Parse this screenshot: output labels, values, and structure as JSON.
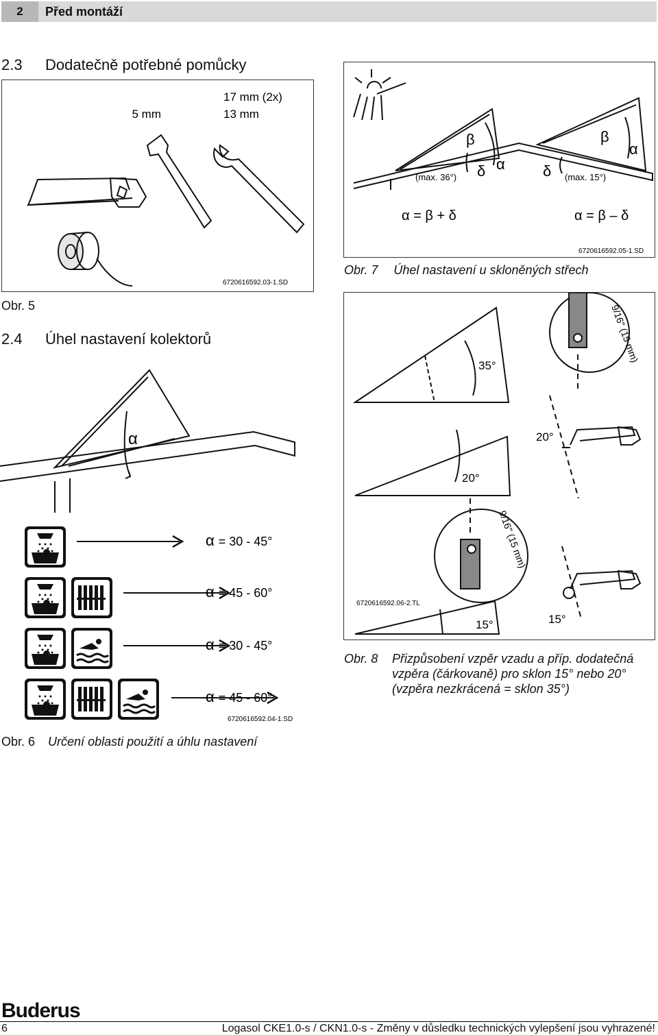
{
  "header": {
    "chapter_num": "2",
    "chapter_title": "Před montáží"
  },
  "section_2_3": {
    "num": "2.3",
    "title": "Dodatečně potřebné pomůcky"
  },
  "fig5": {
    "label_5mm": "5 mm",
    "label_17mm": "17 mm (2x)",
    "label_13mm": "13 mm",
    "code": "6720616592.03-1.SD",
    "caption_num": "Obr. 5"
  },
  "section_2_4": {
    "num": "2.4",
    "title": "Úhel nastavení kolektorů"
  },
  "fig6": {
    "alpha": "α",
    "rows": [
      {
        "eq": "= 30 - 45°"
      },
      {
        "eq": "= 45 - 60°"
      },
      {
        "eq": "= 30 - 45°"
      },
      {
        "eq": "= 45 - 60°"
      }
    ],
    "code": "6720616592.04-1.SD",
    "caption_num": "Obr. 6",
    "caption_text": "Určení oblasti použití a úhlu nastavení"
  },
  "fig7": {
    "beta": "β",
    "delta": "δ",
    "alpha": "α",
    "max36": "(max. 36°)",
    "max15": "(max. 15°)",
    "formula_left": "α = β + δ",
    "formula_right": "α = β – δ",
    "code": "6720616592.05-1.SD",
    "caption_num": "Obr. 7",
    "caption_text": "Úhel nastavení u skloněných střech"
  },
  "fig8": {
    "angle35": "35°",
    "angle20a": "20°",
    "angle20b": "20°",
    "angle15a": "15°",
    "angle15b": "15°",
    "dim_label": "9/16\" (15 mm)",
    "code": "6720616592.06-2.TL",
    "caption_num": "Obr. 8",
    "caption_line1": "Přizpůsobení vzpěr vzadu a příp. dodatečná",
    "caption_line2": "vzpěra (čárkovaně) pro sklon 15° nebo 20°",
    "caption_line3": "(vzpěra nezkrácená = sklon 35°)"
  },
  "footer": {
    "brand": "Buderus",
    "page": "6",
    "text": "Logasol CKE1.0-s / CKN1.0-s - Změny v důsledku technických vylepšení jsou vyhrazené!"
  }
}
